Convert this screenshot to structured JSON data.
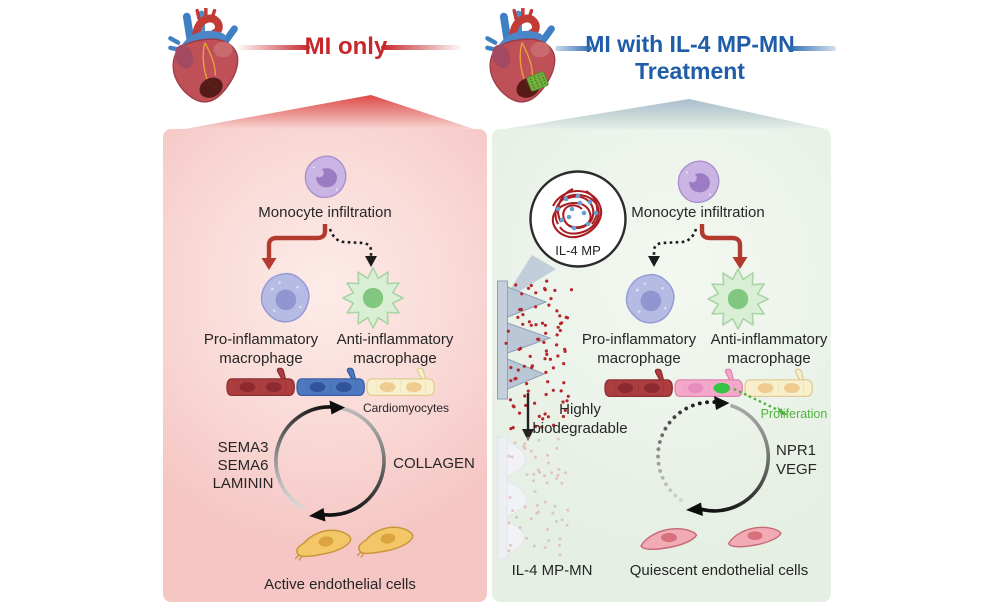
{
  "header": {
    "left": {
      "title": "MI only"
    },
    "right": {
      "title_line1": "MI with IL-4 MP-MN",
      "title_line2": "Treatment"
    }
  },
  "left_panel": {
    "monocyte_label": "Monocyte infiltration",
    "pro_macrophage_label_line1": "Pro-inflammatory",
    "pro_macrophage_label_line2": "macrophage",
    "anti_macrophage_label_line1": "Anti-inflammatory",
    "anti_macrophage_label_line2": "macrophage",
    "cardiomyocytes_label": "Cardiomyocytes",
    "cycle_labels_left": [
      "SEMA3",
      "SEMA6",
      "LAMININ"
    ],
    "cycle_label_right": "COLLAGEN",
    "endothelial_label": "Active endothelial cells"
  },
  "right_panel": {
    "microparticle_label": "IL-4 MP",
    "monocyte_label": "Monocyte infiltration",
    "pro_macrophage_label_line1": "Pro-inflammatory",
    "pro_macrophage_label_line2": "macrophage",
    "anti_macrophage_label_line1": "Anti-inflammatory",
    "anti_macrophage_label_line2": "macrophage",
    "biodegradable_label_line1": "Highly",
    "biodegradable_label_line2": "biodegradable",
    "proliferation_label": "Proliferation",
    "microneedle_label": "IL-4 MP-MN",
    "cycle_labels_right": [
      "NPR1",
      "VEGF"
    ],
    "endothelial_label": "Quiescent endothelial cells"
  },
  "colors": {
    "accent-red": "#c5272b",
    "accent-blue": "#1f5da8",
    "proliferation-green": "#4cb43c",
    "panel-pink": "#f8d3d0",
    "panel-green": "#eaf2e8",
    "arrow-red": "#b23a2e",
    "arrow-black": "#1a1a1a",
    "mp-dot-red": "#b5272b",
    "mp-dot-blue": "#69a0d4",
    "text-dark": "#262626"
  }
}
